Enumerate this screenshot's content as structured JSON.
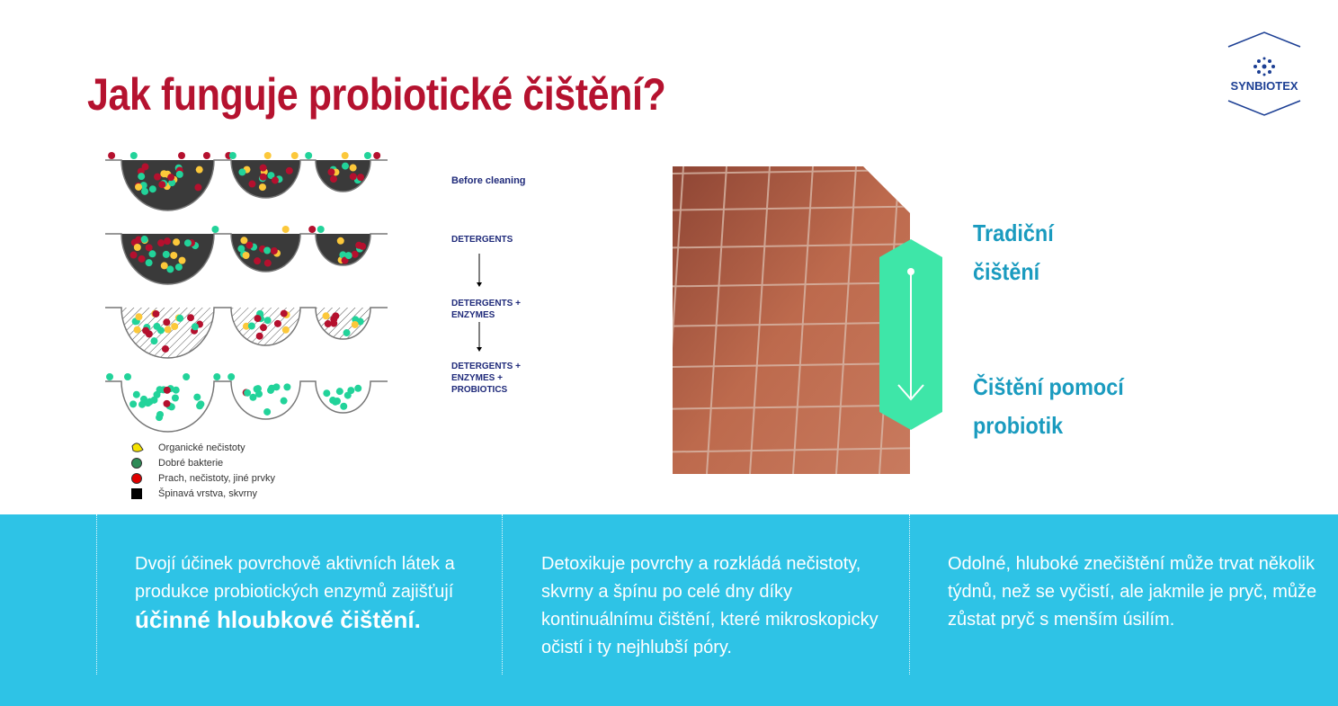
{
  "title": "Jak funguje probiotické čištění?",
  "logo": {
    "text": "SYNBIOTEX",
    "color": "#1c3f94"
  },
  "diagram": {
    "steps": [
      "Before cleaning",
      "DETERGENTS",
      "DETERGENTS +",
      "ENZYMES",
      "DETERGENTS +",
      "ENZYMES +",
      "PROBIOTICS"
    ],
    "legend": [
      {
        "label": "Organické nečistoty",
        "color": "#f5e200"
      },
      {
        "label": "Dobré bakterie",
        "color": "#2e8b57"
      },
      {
        "label": "Prach, nečistoty, jiné prvky",
        "color": "#e00000"
      },
      {
        "label": "Špinavá vrstva, skvrny",
        "color": "#000000"
      }
    ]
  },
  "labels": {
    "traditional_1": "Tradiční",
    "traditional_2": "čištění",
    "probiotic_1": "Čištění pomocí",
    "probiotic_2": "probiotik"
  },
  "colors": {
    "title": "#b5122f",
    "accent": "#1a9bbf",
    "band": "#2ec3e6",
    "arrow": "#3ee6a8"
  },
  "columns": [
    {
      "text": "Dvojí účinek povrchově aktivních látek a produkce probiotických enzymů zajišťují",
      "bold": "účinné hloubkové čištění."
    },
    {
      "text": "Detoxikuje povrchy a rozkládá nečistoty, skvrny a špínu po celé dny díky kontinuálnímu čištění, které mikroskopicky očistí i ty nejhlubší póry."
    },
    {
      "text": "Odolné, hluboké znečištění může trvat několik týdnů, než se vyčistí, ale jakmile je pryč, může zůstat pryč s menším úsilím."
    }
  ]
}
